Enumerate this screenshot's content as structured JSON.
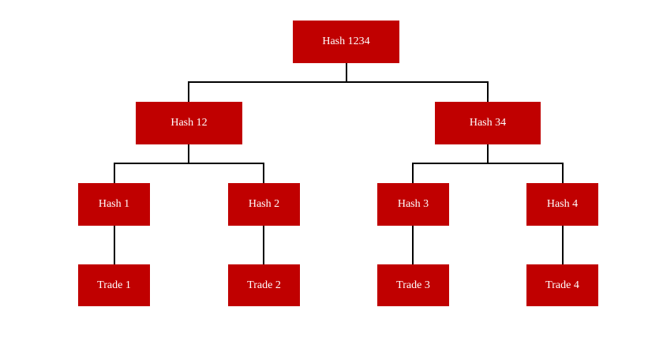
{
  "colors": {
    "node_fill": "#c00000",
    "node_text": "#ffffff",
    "connector": "#000000",
    "background": "#ffffff"
  },
  "tree": {
    "root": {
      "label": "Hash 1234"
    },
    "level1": [
      {
        "label": "Hash 12"
      },
      {
        "label": "Hash 34"
      }
    ],
    "level2": [
      {
        "label": "Hash 1"
      },
      {
        "label": "Hash 2"
      },
      {
        "label": "Hash 3"
      },
      {
        "label": "Hash 4"
      }
    ],
    "leaves": [
      {
        "label": "Trade 1"
      },
      {
        "label": "Trade 2"
      },
      {
        "label": "Trade 3"
      },
      {
        "label": "Trade 4"
      }
    ]
  },
  "edges": [
    [
      "Hash 1234",
      "Hash 12"
    ],
    [
      "Hash 1234",
      "Hash 34"
    ],
    [
      "Hash 12",
      "Hash 1"
    ],
    [
      "Hash 12",
      "Hash 2"
    ],
    [
      "Hash 34",
      "Hash 3"
    ],
    [
      "Hash 34",
      "Hash 4"
    ],
    [
      "Hash 1",
      "Trade 1"
    ],
    [
      "Hash 2",
      "Trade 2"
    ],
    [
      "Hash 3",
      "Trade 3"
    ],
    [
      "Hash 4",
      "Trade 4"
    ]
  ]
}
